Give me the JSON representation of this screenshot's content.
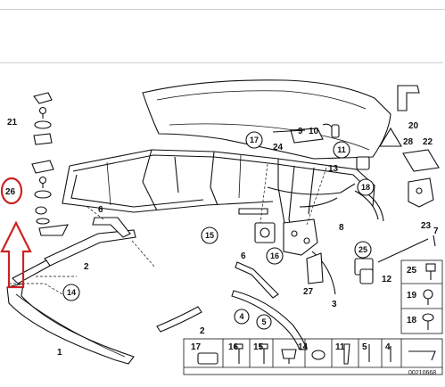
{
  "diagram": {
    "reference_number": "00210668",
    "callouts": [
      {
        "id": "c1",
        "label": "1"
      },
      {
        "id": "c2a",
        "label": "2"
      },
      {
        "id": "c2b",
        "label": "2"
      },
      {
        "id": "c3",
        "label": "3"
      },
      {
        "id": "c6a",
        "label": "6"
      },
      {
        "id": "c6b",
        "label": "6"
      },
      {
        "id": "c7",
        "label": "7"
      },
      {
        "id": "c8",
        "label": "8"
      },
      {
        "id": "c9",
        "label": "9"
      },
      {
        "id": "c10",
        "label": "10"
      },
      {
        "id": "c12",
        "label": "12"
      },
      {
        "id": "c13",
        "label": "13"
      },
      {
        "id": "c20",
        "label": "20"
      },
      {
        "id": "c21",
        "label": "21"
      },
      {
        "id": "c22",
        "label": "22"
      },
      {
        "id": "c23",
        "label": "23"
      },
      {
        "id": "c24",
        "label": "24"
      },
      {
        "id": "c26",
        "label": "26"
      },
      {
        "id": "c27",
        "label": "27"
      },
      {
        "id": "c28",
        "label": "28"
      }
    ],
    "circled_callouts": [
      {
        "id": "o4",
        "label": "4"
      },
      {
        "id": "o5",
        "label": "5"
      },
      {
        "id": "o11",
        "label": "11"
      },
      {
        "id": "o14",
        "label": "14"
      },
      {
        "id": "o15",
        "label": "15"
      },
      {
        "id": "o16",
        "label": "16"
      },
      {
        "id": "o17",
        "label": "17"
      },
      {
        "id": "o18",
        "label": "18"
      },
      {
        "id": "o25",
        "label": "25"
      }
    ],
    "fastener_legend_right": [
      {
        "label": "25"
      },
      {
        "label": "19"
      },
      {
        "label": "18"
      }
    ],
    "fastener_legend_bottom": [
      {
        "label": "17"
      },
      {
        "label": "16"
      },
      {
        "label": "15"
      },
      {
        "label": "14"
      },
      {
        "label": "11"
      },
      {
        "label": "5"
      },
      {
        "label": "4"
      }
    ],
    "highlight_color": "#cc2222",
    "highlighted_callout": "26"
  }
}
